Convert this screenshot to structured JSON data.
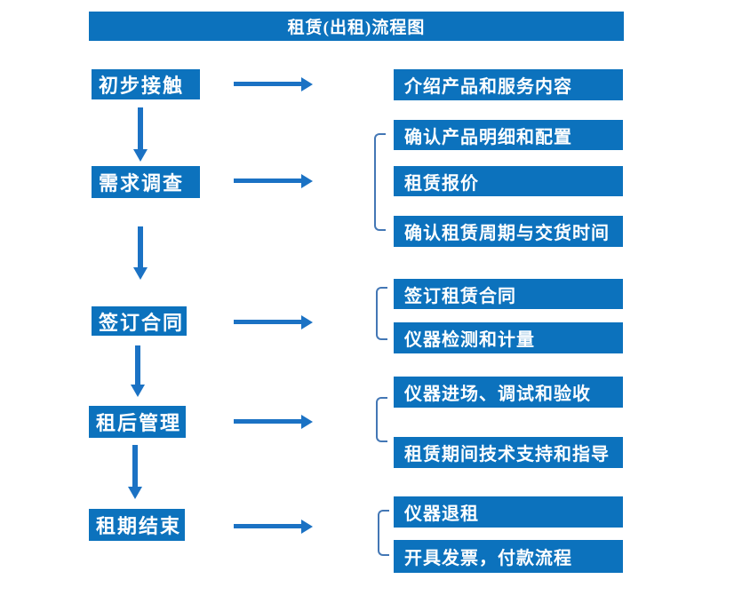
{
  "title": "租赁(出租)流程图",
  "colors": {
    "box_blue": "#0c72bd",
    "arrow_blue": "#1b72c4",
    "bracket_blue": "#4377b5",
    "text": "#ffffff",
    "background": "#ffffff"
  },
  "steps": [
    {
      "label": "初步接触",
      "details": [
        "介绍产品和服务内容"
      ]
    },
    {
      "label": "需求调查",
      "details": [
        "确认产品明细和配置",
        "租赁报价",
        "确认租赁周期与交货时间"
      ]
    },
    {
      "label": "签订合同",
      "details": [
        "签订租赁合同",
        "仪器检测和计量"
      ]
    },
    {
      "label": "租后管理",
      "details": [
        "仪器进场、调试和验收",
        "租赁期间技术支持和指导"
      ]
    },
    {
      "label": "租期结束",
      "details": [
        "仪器退租",
        "开具发票，付款流程"
      ]
    }
  ]
}
